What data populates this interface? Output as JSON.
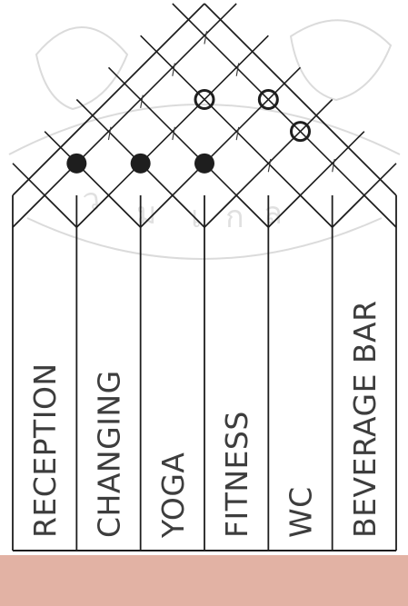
{
  "diagram": {
    "columns": [
      {
        "label": "RECEPTION"
      },
      {
        "label": "CHANGING"
      },
      {
        "label": "YOGA"
      },
      {
        "label": "FITNESS"
      },
      {
        "label": "WC"
      },
      {
        "label": "BEVERAGE BAR"
      }
    ],
    "matrix": [
      {
        "pair": [
          "RECEPTION",
          "CHANGING"
        ],
        "symbol": "filled-circle",
        "text": ""
      },
      {
        "pair": [
          "RECEPTION",
          "YOGA"
        ],
        "symbol": "dash",
        "text": "—"
      },
      {
        "pair": [
          "RECEPTION",
          "FITNESS"
        ],
        "symbol": "dash",
        "text": "—"
      },
      {
        "pair": [
          "RECEPTION",
          "WC"
        ],
        "symbol": "dash",
        "text": "—"
      },
      {
        "pair": [
          "RECEPTION",
          "BEVERAGE BAR"
        ],
        "symbol": "dash",
        "text": "—"
      },
      {
        "pair": [
          "CHANGING",
          "YOGA"
        ],
        "symbol": "filled-circle",
        "text": ""
      },
      {
        "pair": [
          "CHANGING",
          "FITNESS"
        ],
        "symbol": "dash",
        "text": "—"
      },
      {
        "pair": [
          "CHANGING",
          "WC"
        ],
        "symbol": "open-circle",
        "text": ""
      },
      {
        "pair": [
          "CHANGING",
          "BEVERAGE BAR"
        ],
        "symbol": "dash",
        "text": "—"
      },
      {
        "pair": [
          "YOGA",
          "FITNESS"
        ],
        "symbol": "filled-circle",
        "text": ""
      },
      {
        "pair": [
          "YOGA",
          "WC"
        ],
        "symbol": "dash",
        "text": "—"
      },
      {
        "pair": [
          "YOGA",
          "BEVERAGE BAR"
        ],
        "symbol": "open-circle",
        "text": ""
      },
      {
        "pair": [
          "FITNESS",
          "WC"
        ],
        "symbol": "dash",
        "text": "—"
      },
      {
        "pair": [
          "FITNESS",
          "BEVERAGE BAR"
        ],
        "symbol": "open-circle",
        "text": ""
      },
      {
        "pair": [
          "WC",
          "BEVERAGE BAR"
        ],
        "symbol": "dash",
        "text": "—"
      }
    ]
  },
  "colors": {
    "line": "#1e1e1e",
    "label_text": "#3d3d3d",
    "footer_band": "#e2b2a4",
    "watermark": "#c8c8c8"
  }
}
